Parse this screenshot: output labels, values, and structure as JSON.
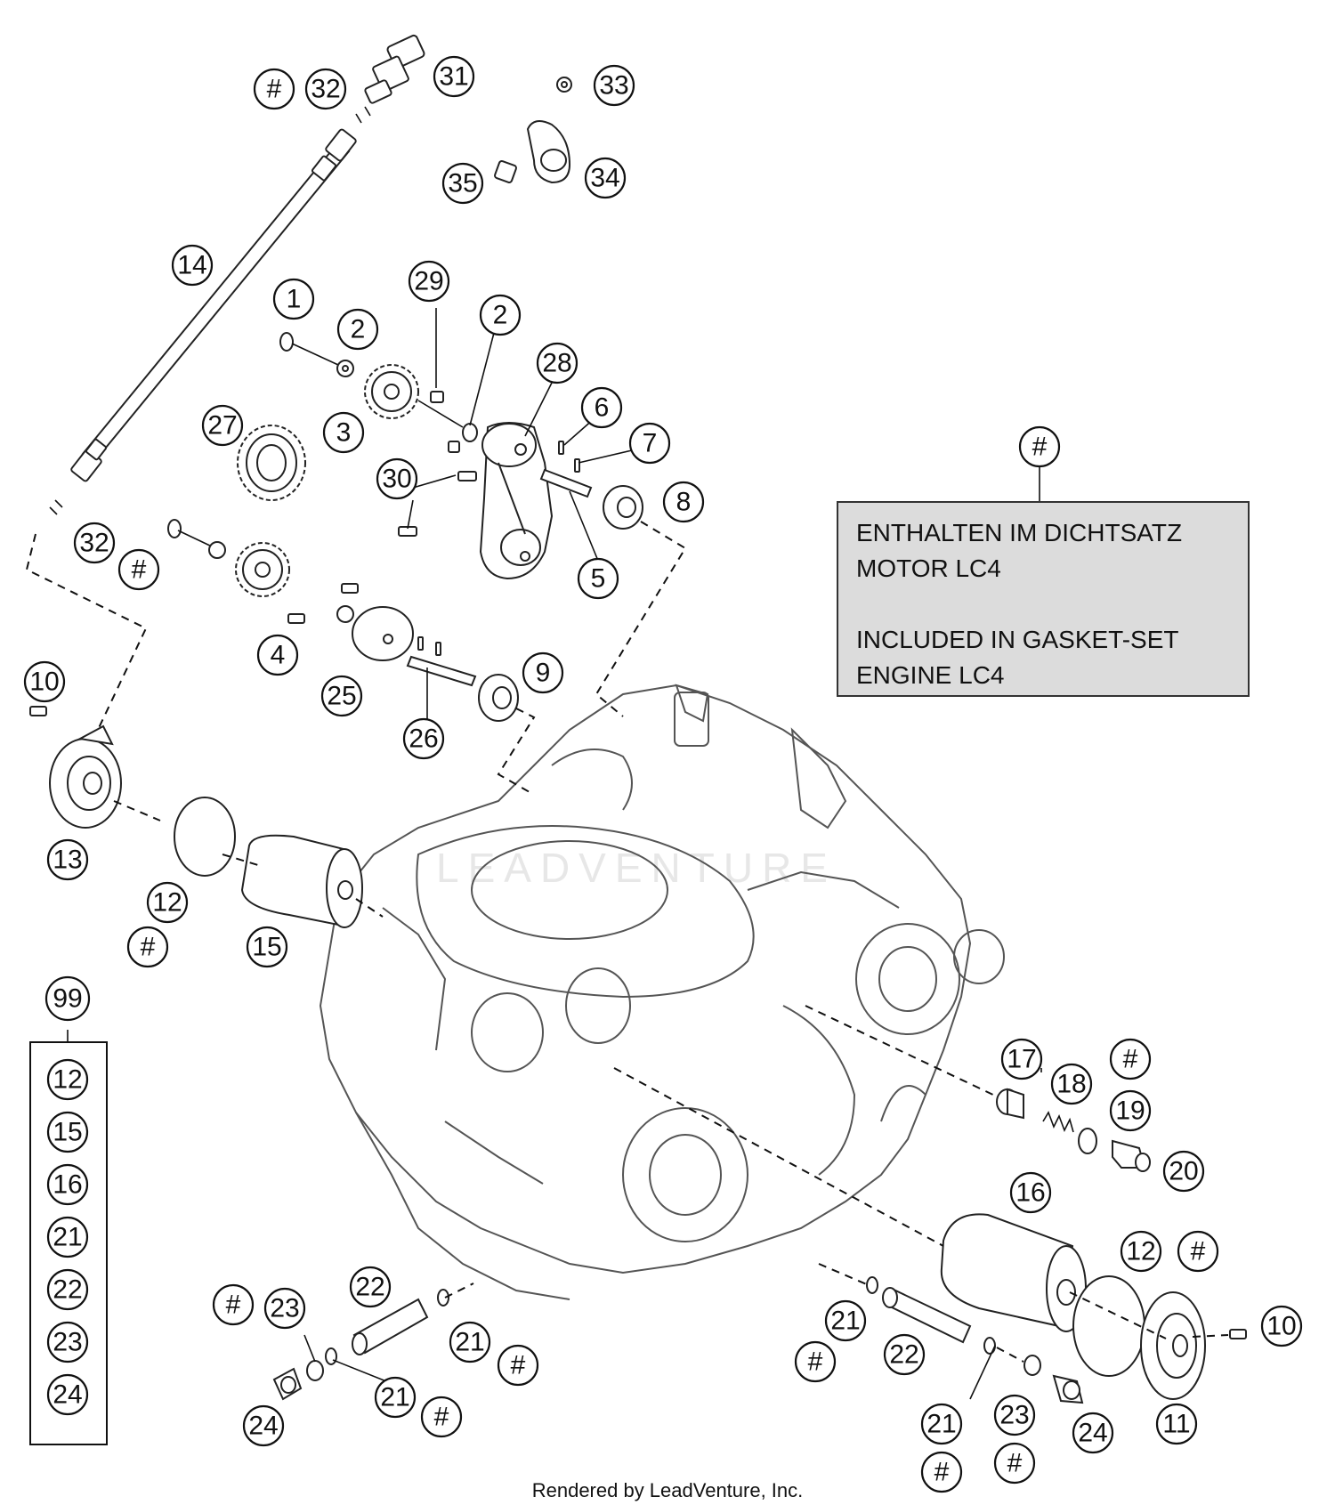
{
  "note": {
    "line1": "ENTHALTEN IM DICHTSATZ",
    "line2": "MOTOR LC4",
    "line3": "INCLUDED IN GASKET-SET",
    "line4": "ENGINE LC4",
    "marker": "#"
  },
  "kit": {
    "label": "99",
    "items": [
      "12",
      "15",
      "16",
      "21",
      "22",
      "23",
      "24"
    ]
  },
  "callouts": {
    "c1": "1",
    "c2a": "2",
    "c2b": "2",
    "c3": "3",
    "c4": "4",
    "c5": "5",
    "c6": "6",
    "c7": "7",
    "c8": "8",
    "c9": "9",
    "c10a": "10",
    "c10b": "10",
    "c11": "11",
    "c12a": "12",
    "c12b": "12",
    "c13": "13",
    "c14": "14",
    "c15": "15",
    "c16": "16",
    "c17": "17",
    "c18": "18",
    "c19": "19",
    "c20": "20",
    "c21a": "21",
    "c21b": "21",
    "c21c": "21",
    "c21d": "21",
    "c22a": "22",
    "c22b": "22",
    "c23a": "23",
    "c23b": "23",
    "c24a": "24",
    "c24b": "24",
    "c25": "25",
    "c26": "26",
    "c27": "27",
    "c28": "28",
    "c29": "29",
    "c30": "30",
    "c31": "31",
    "c32a": "32",
    "c32b": "32",
    "c33": "33",
    "c34": "34",
    "c35": "35",
    "h1": "#",
    "h2": "#",
    "h3": "#",
    "h4": "#",
    "h5": "#",
    "h6": "#",
    "h7": "#",
    "h8": "#",
    "h9": "#",
    "h10": "#",
    "h11": "#",
    "h12": "#"
  },
  "watermark": "LEADVENTURE",
  "footer": "Rendered by LeadVenture, Inc."
}
